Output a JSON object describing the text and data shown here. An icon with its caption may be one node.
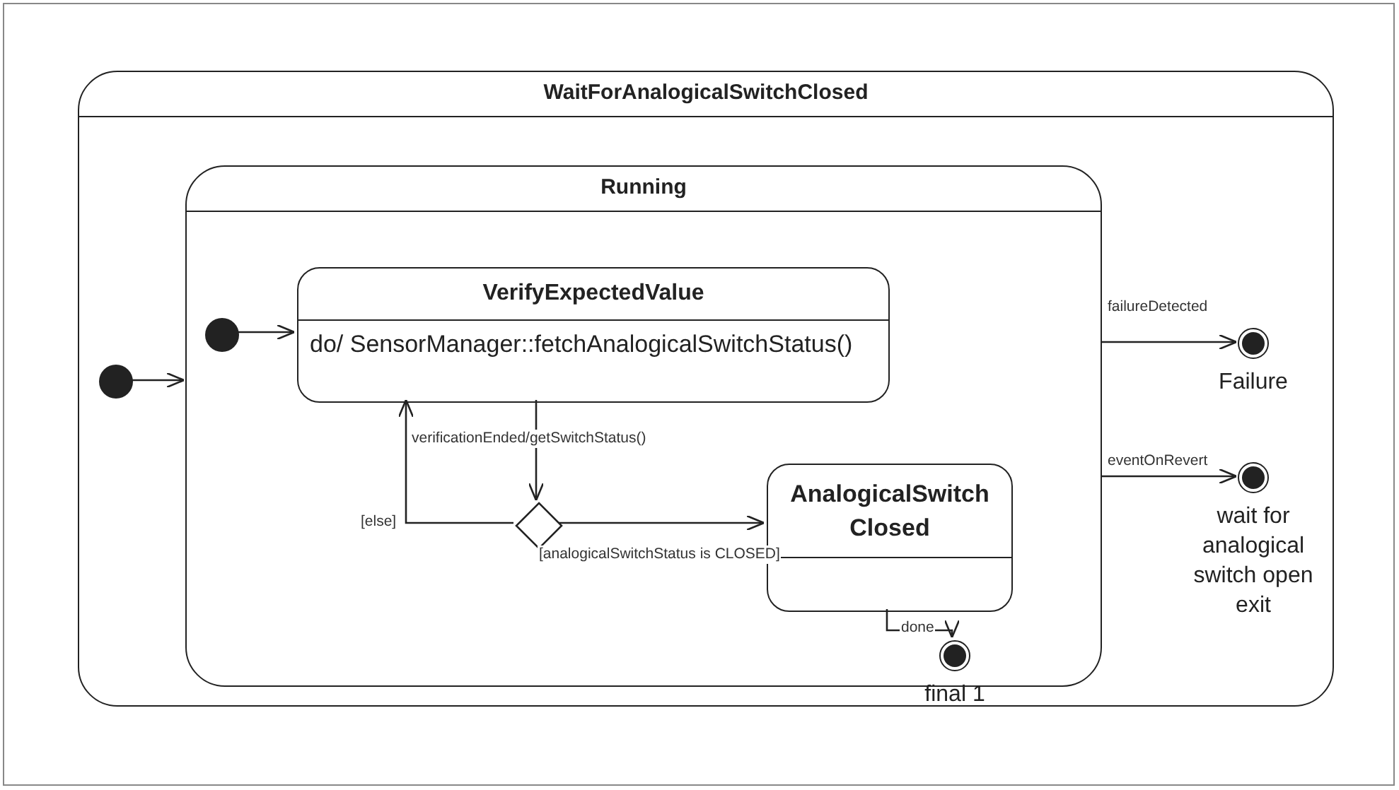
{
  "diagram": {
    "nodes": [
      {
        "text": [
          "WaitForAnalogicalSwitchClosed"
        ]
      },
      {
        "text": [],
        "shape": "circle",
        "in": 0
      },
      {
        "text": [
          "Running"
        ],
        "in": 0
      },
      {
        "text": [],
        "shape": "circle",
        "in": 2
      },
      {
        "text": [
          "VerifyExpectedValue",
          "do/ SensorManager::fetchAnalogicalSwitchStatus()"
        ],
        "in": 2
      },
      {
        "text": [],
        "shape": "diamond",
        "in": 2
      },
      {
        "text": [
          "AnalogicalSwitch Closed"
        ],
        "in": 2
      },
      {
        "text": [],
        "shape": "circle",
        "in": 2,
        "beside": [
          "final 1"
        ]
      },
      {
        "text": [],
        "shape": "circle",
        "in": 0,
        "beside": [
          "Failure"
        ]
      },
      {
        "text": [],
        "shape": "circle",
        "in": 0,
        "beside": [
          "wait for analogical switch open exit"
        ]
      }
    ],
    "edges": [
      {
        "from": 1,
        "to": 2,
        "arrow": "to"
      },
      {
        "from": 3,
        "to": 4,
        "arrow": "to"
      },
      {
        "from": 4,
        "to": 5,
        "arrow": "to",
        "label": "verificationEnded/getSwitchStatus()"
      },
      {
        "from": 5,
        "to": 4,
        "arrow": "to",
        "label": "[else]"
      },
      {
        "from": 5,
        "to": 6,
        "arrow": "to",
        "label": "[analogicalSwitchStatus is CLOSED]"
      },
      {
        "from": 6,
        "to": 7,
        "arrow": "to",
        "label": "done"
      },
      {
        "from": 2,
        "to": 8,
        "arrow": "to",
        "label": "failureDetected"
      },
      {
        "from": 2,
        "to": 9,
        "arrow": "to",
        "label": "eventOnRevert"
      }
    ]
  }
}
